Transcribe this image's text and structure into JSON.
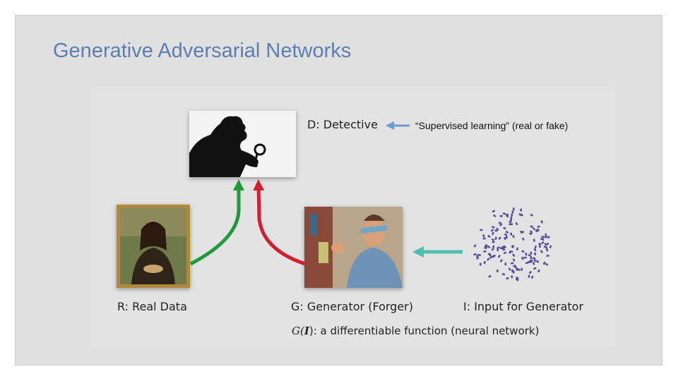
{
  "slide": {
    "title": "Generative Adversarial Networks"
  },
  "diagram": {
    "detective_label": "D: Detective",
    "supervised_label": "“Supervised learning” (real or fake)",
    "real_data_label": "R: Real Data",
    "generator_label": "G: Generator (Forger)",
    "input_label": "I: Input for Generator",
    "function_label_prefix": "G(",
    "function_label_var": "I",
    "function_label_suffix": "): a differentiable function (neural network)"
  },
  "colors": {
    "title": "#5b7fb0",
    "arrow_real": "#1f9a3a",
    "arrow_fake": "#d0202e",
    "arrow_input": "#4fbfae",
    "arrow_supervised": "#6b9bd2",
    "noise": "#5a4a9a"
  },
  "icons": [
    "detective-image",
    "mona-lisa-image",
    "forger-image",
    "noise-cloud-image"
  ]
}
